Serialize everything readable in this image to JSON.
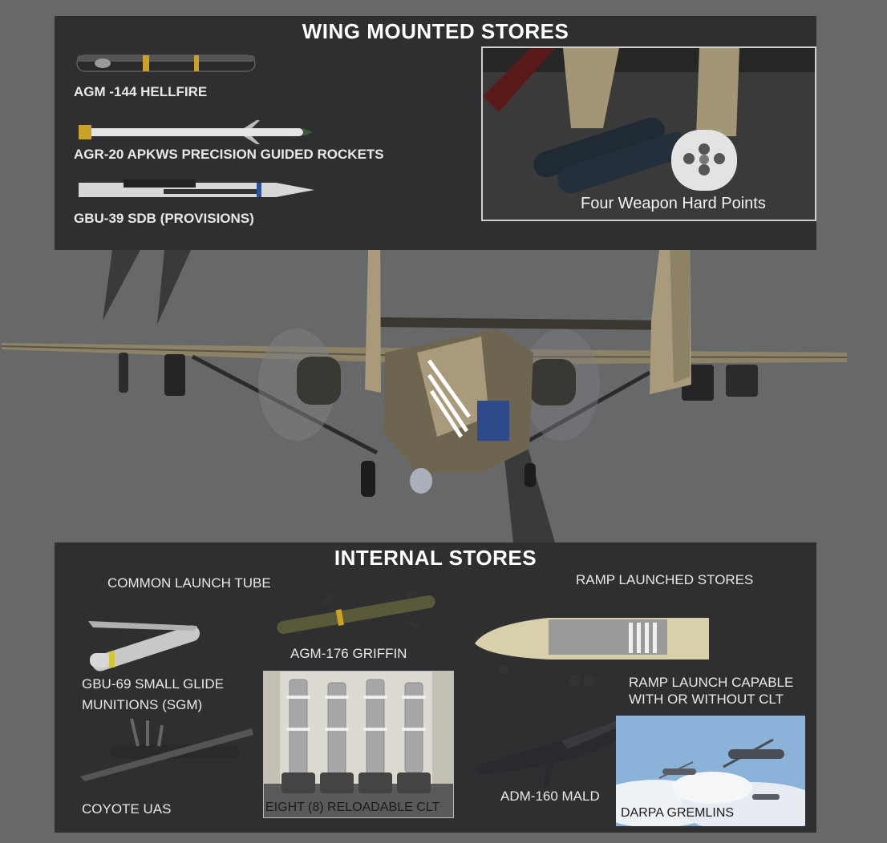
{
  "wing_stores": {
    "title": "WING MOUNTED STORES",
    "items": [
      {
        "label": "AGM -144 HELLFIRE",
        "icon": "hellfire-missile-icon"
      },
      {
        "label": "AGR-20 APKWS PRECISION GUIDED ROCKETS",
        "icon": "apkws-rocket-icon"
      },
      {
        "label": "GBU-39 SDB (PROVISIONS)",
        "icon": "sdb-bomb-icon"
      }
    ],
    "hardpoints_caption": "Four Weapon Hard Points"
  },
  "internal_stores": {
    "title": "INTERNAL STORES",
    "common_launch_tube": "COMMON LAUNCH TUBE",
    "gbu69": "GBU-69 SMALL GLIDE MUNITIONS (SGM)",
    "coyote": "COYOTE UAS",
    "griffin": "AGM-176 GRIFFIN",
    "clt": "EIGHT (8) RELOADABLE CLT",
    "ramp_launched": "RAMP LAUNCHED STORES",
    "ramp_capable": "RAMP LAUNCH CAPABLE WITH OR WITHOUT CLT",
    "mald": "ADM-160 MALD",
    "gremlins": "DARPA GREMLINS"
  },
  "colors": {
    "background": "#67686a",
    "panel": "#2f2f31",
    "aircraft_body": "#6e6550",
    "aircraft_tan": "#a89a7a",
    "text": "#e8e8e8"
  }
}
